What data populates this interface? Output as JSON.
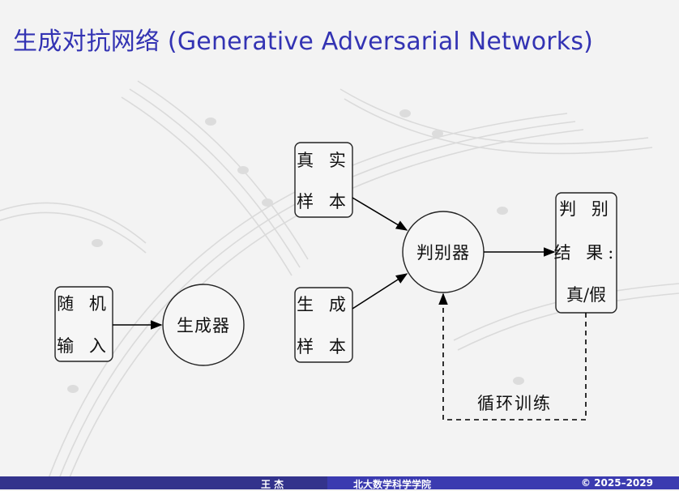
{
  "title": "生成对抗网络 (Generative Adversarial Networks)",
  "nodes": {
    "random_input": [
      "随 机",
      "输 入"
    ],
    "generator": "生成器",
    "real_samples": [
      "真 实",
      "样 本"
    ],
    "generated_samples": [
      "生 成",
      "样 本"
    ],
    "discriminator": "判别器",
    "result": [
      "判 别",
      "结 果:",
      "真/假"
    ]
  },
  "loop_label": "循环训练",
  "footer": {
    "author": "王  杰",
    "institution": "北大数学科学学院",
    "date": "© 2025–2029"
  },
  "colors": {
    "title": "#3333b3",
    "footer_left": "#33338c",
    "footer_right": "#3b3bb0"
  }
}
